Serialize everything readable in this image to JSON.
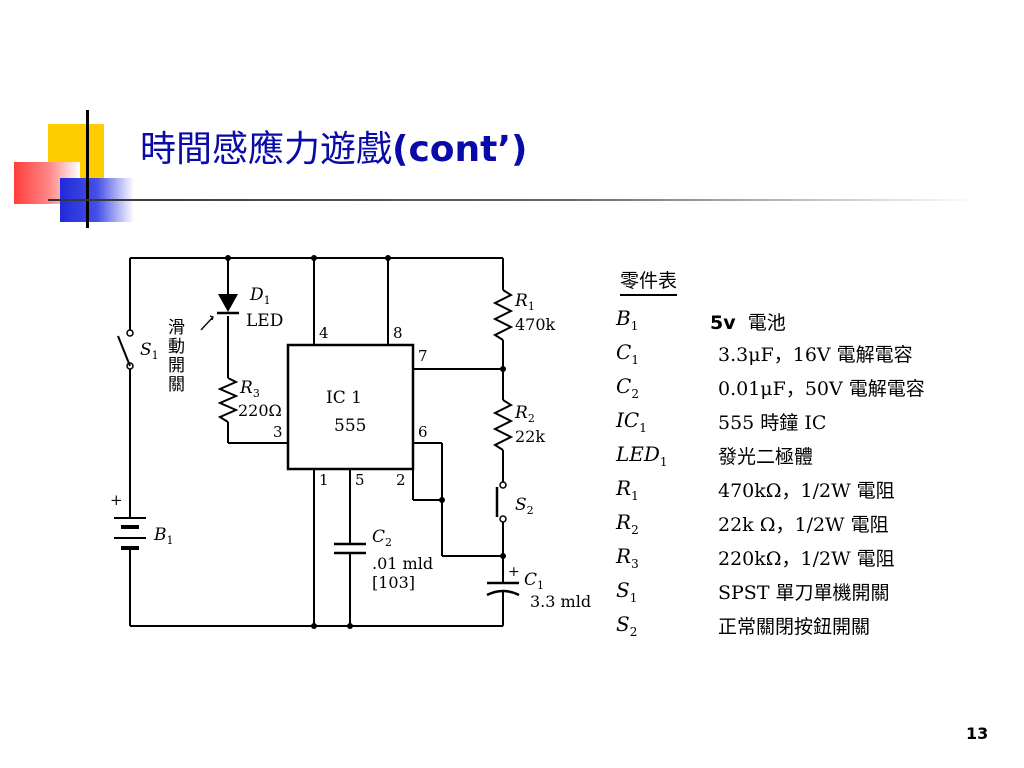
{
  "slide": {
    "title_zh": "時間感應力遊戲",
    "title_en": "(cont’)",
    "page_number": "13"
  },
  "schematic": {
    "s1_label": "S",
    "s1_sub": "1",
    "switch_vertical_label": [
      "滑",
      "動",
      "開",
      "關"
    ],
    "d1_label": "D",
    "d1_sub": "1",
    "led_label": "LED",
    "r3_label": "R",
    "r3_sub": "3",
    "r3_value": "220Ω",
    "ic_name": "IC  1",
    "ic_part": "555",
    "pin_4": "4",
    "pin_8": "8",
    "pin_7": "7",
    "pin_3": "3",
    "pin_6": "6",
    "pin_1": "1",
    "pin_5": "5",
    "pin_2": "2",
    "r1_label": "R",
    "r1_sub": "1",
    "r1_value": "470k",
    "r2_label": "R",
    "r2_sub": "2",
    "r2_value": "22k",
    "s2_label": "S",
    "s2_sub": "2",
    "b1_plus": "+",
    "b1_label": "B",
    "b1_sub": "1",
    "c2_label": "C",
    "c2_sub": "2",
    "c2_value": ".01 mld",
    "c2_code": "[103]",
    "c1_plus": "+",
    "c1_label": "C",
    "c1_sub": "1",
    "c1_value": "3.3 mld"
  },
  "parts_list": {
    "heading": "零件表",
    "battery_value": "5v",
    "battery_desc": "電池",
    "rows": [
      {
        "sym": "B",
        "sub": "1",
        "desc": ""
      },
      {
        "sym": "C",
        "sub": "1",
        "desc": "3.3μF，16V 電解電容"
      },
      {
        "sym": "C",
        "sub": "2",
        "desc": "0.01μF，50V 電解電容"
      },
      {
        "sym": "IC",
        "sub": "1",
        "desc": "555 時鐘 IC"
      },
      {
        "sym": "LED",
        "sub": "1",
        "desc": "發光二極體"
      },
      {
        "sym": "R",
        "sub": "1",
        "desc": "470kΩ，1/2W 電阻"
      },
      {
        "sym": "R",
        "sub": "2",
        "desc": "22k Ω，1/2W 電阻"
      },
      {
        "sym": "R",
        "sub": "3",
        "desc": "220kΩ，1/2W 電阻"
      },
      {
        "sym": "S",
        "sub": "1",
        "desc": "SPST 單刀單機開關"
      },
      {
        "sym": "S",
        "sub": "2",
        "desc": "正常關閉按鈕開關"
      }
    ]
  },
  "colors": {
    "title": "#0a0aa8",
    "deco_yellow": "#ffcc00",
    "deco_red": "#ff3d3d",
    "deco_blue": "#1f2ad9"
  }
}
